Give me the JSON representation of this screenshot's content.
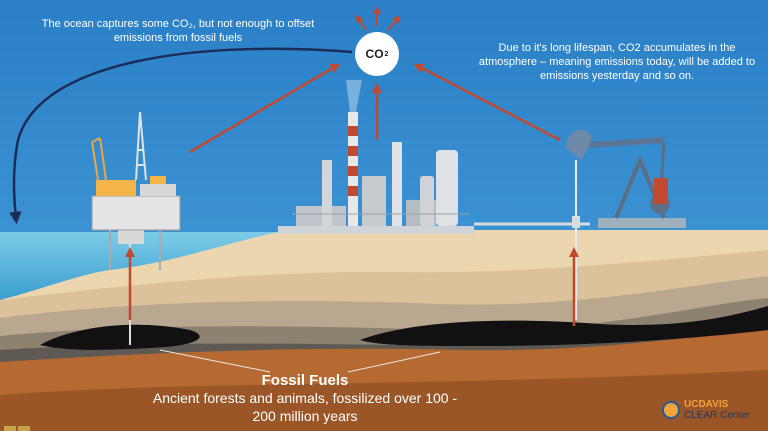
{
  "annotations": {
    "ocean_note": "The ocean captures some CO₂, but not enough to offset emissions from fossil fuels",
    "lifespan_note": "Due to it's long lifespan, CO2 accumulates in the atmosphere – meaning emissions today, will be added to emissions yesterday and so on."
  },
  "co2_label": "CO",
  "co2_subscript": "2",
  "fossil_fuels": {
    "title": "Fossil Fuels",
    "description": "Ancient forests and animals, fossilized over 100 - 200 million years"
  },
  "logo": {
    "top": "UCDAVIS",
    "bottom": "CLEAR Center"
  },
  "colors": {
    "sky": "#2b86c9",
    "ocean": "#5ab8dc",
    "sand": "#ecd6b0",
    "arrow_red": "#c0492f",
    "arrow_navy": "#1b2d56",
    "fossil_fuel": "#111111",
    "clay": "#b46a30"
  },
  "icons": [
    "oil-platform-icon",
    "refinery-icon",
    "pumpjack-icon",
    "co2-bubble-icon",
    "ucdavis-logo-icon"
  ]
}
